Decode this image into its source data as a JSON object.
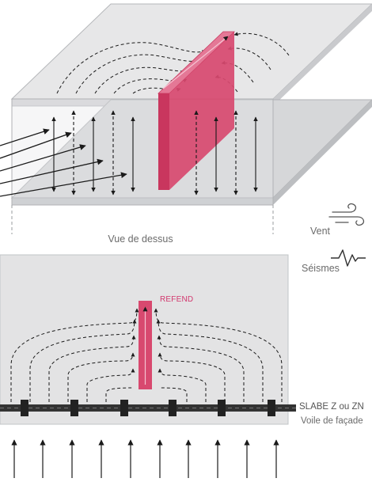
{
  "labels": {
    "caption": "Vue de dessus",
    "wind": "Vent",
    "earthquake": "Séismes",
    "shear_wall": "REFEND",
    "slabe": "SLABE Z ou ZN",
    "facade_wall": "Voile de façade"
  },
  "icons": {
    "wind": "wind-icon",
    "earthquake": "seismograph-icon"
  },
  "colors": {
    "slab": "#e3e3e4",
    "slab_edge": "#c2c4c7",
    "wall_pink": "#d8496f",
    "text_gray": "#6b6b6b",
    "accent_pink": "#d2386e",
    "arrow": "#1a1a1a"
  }
}
